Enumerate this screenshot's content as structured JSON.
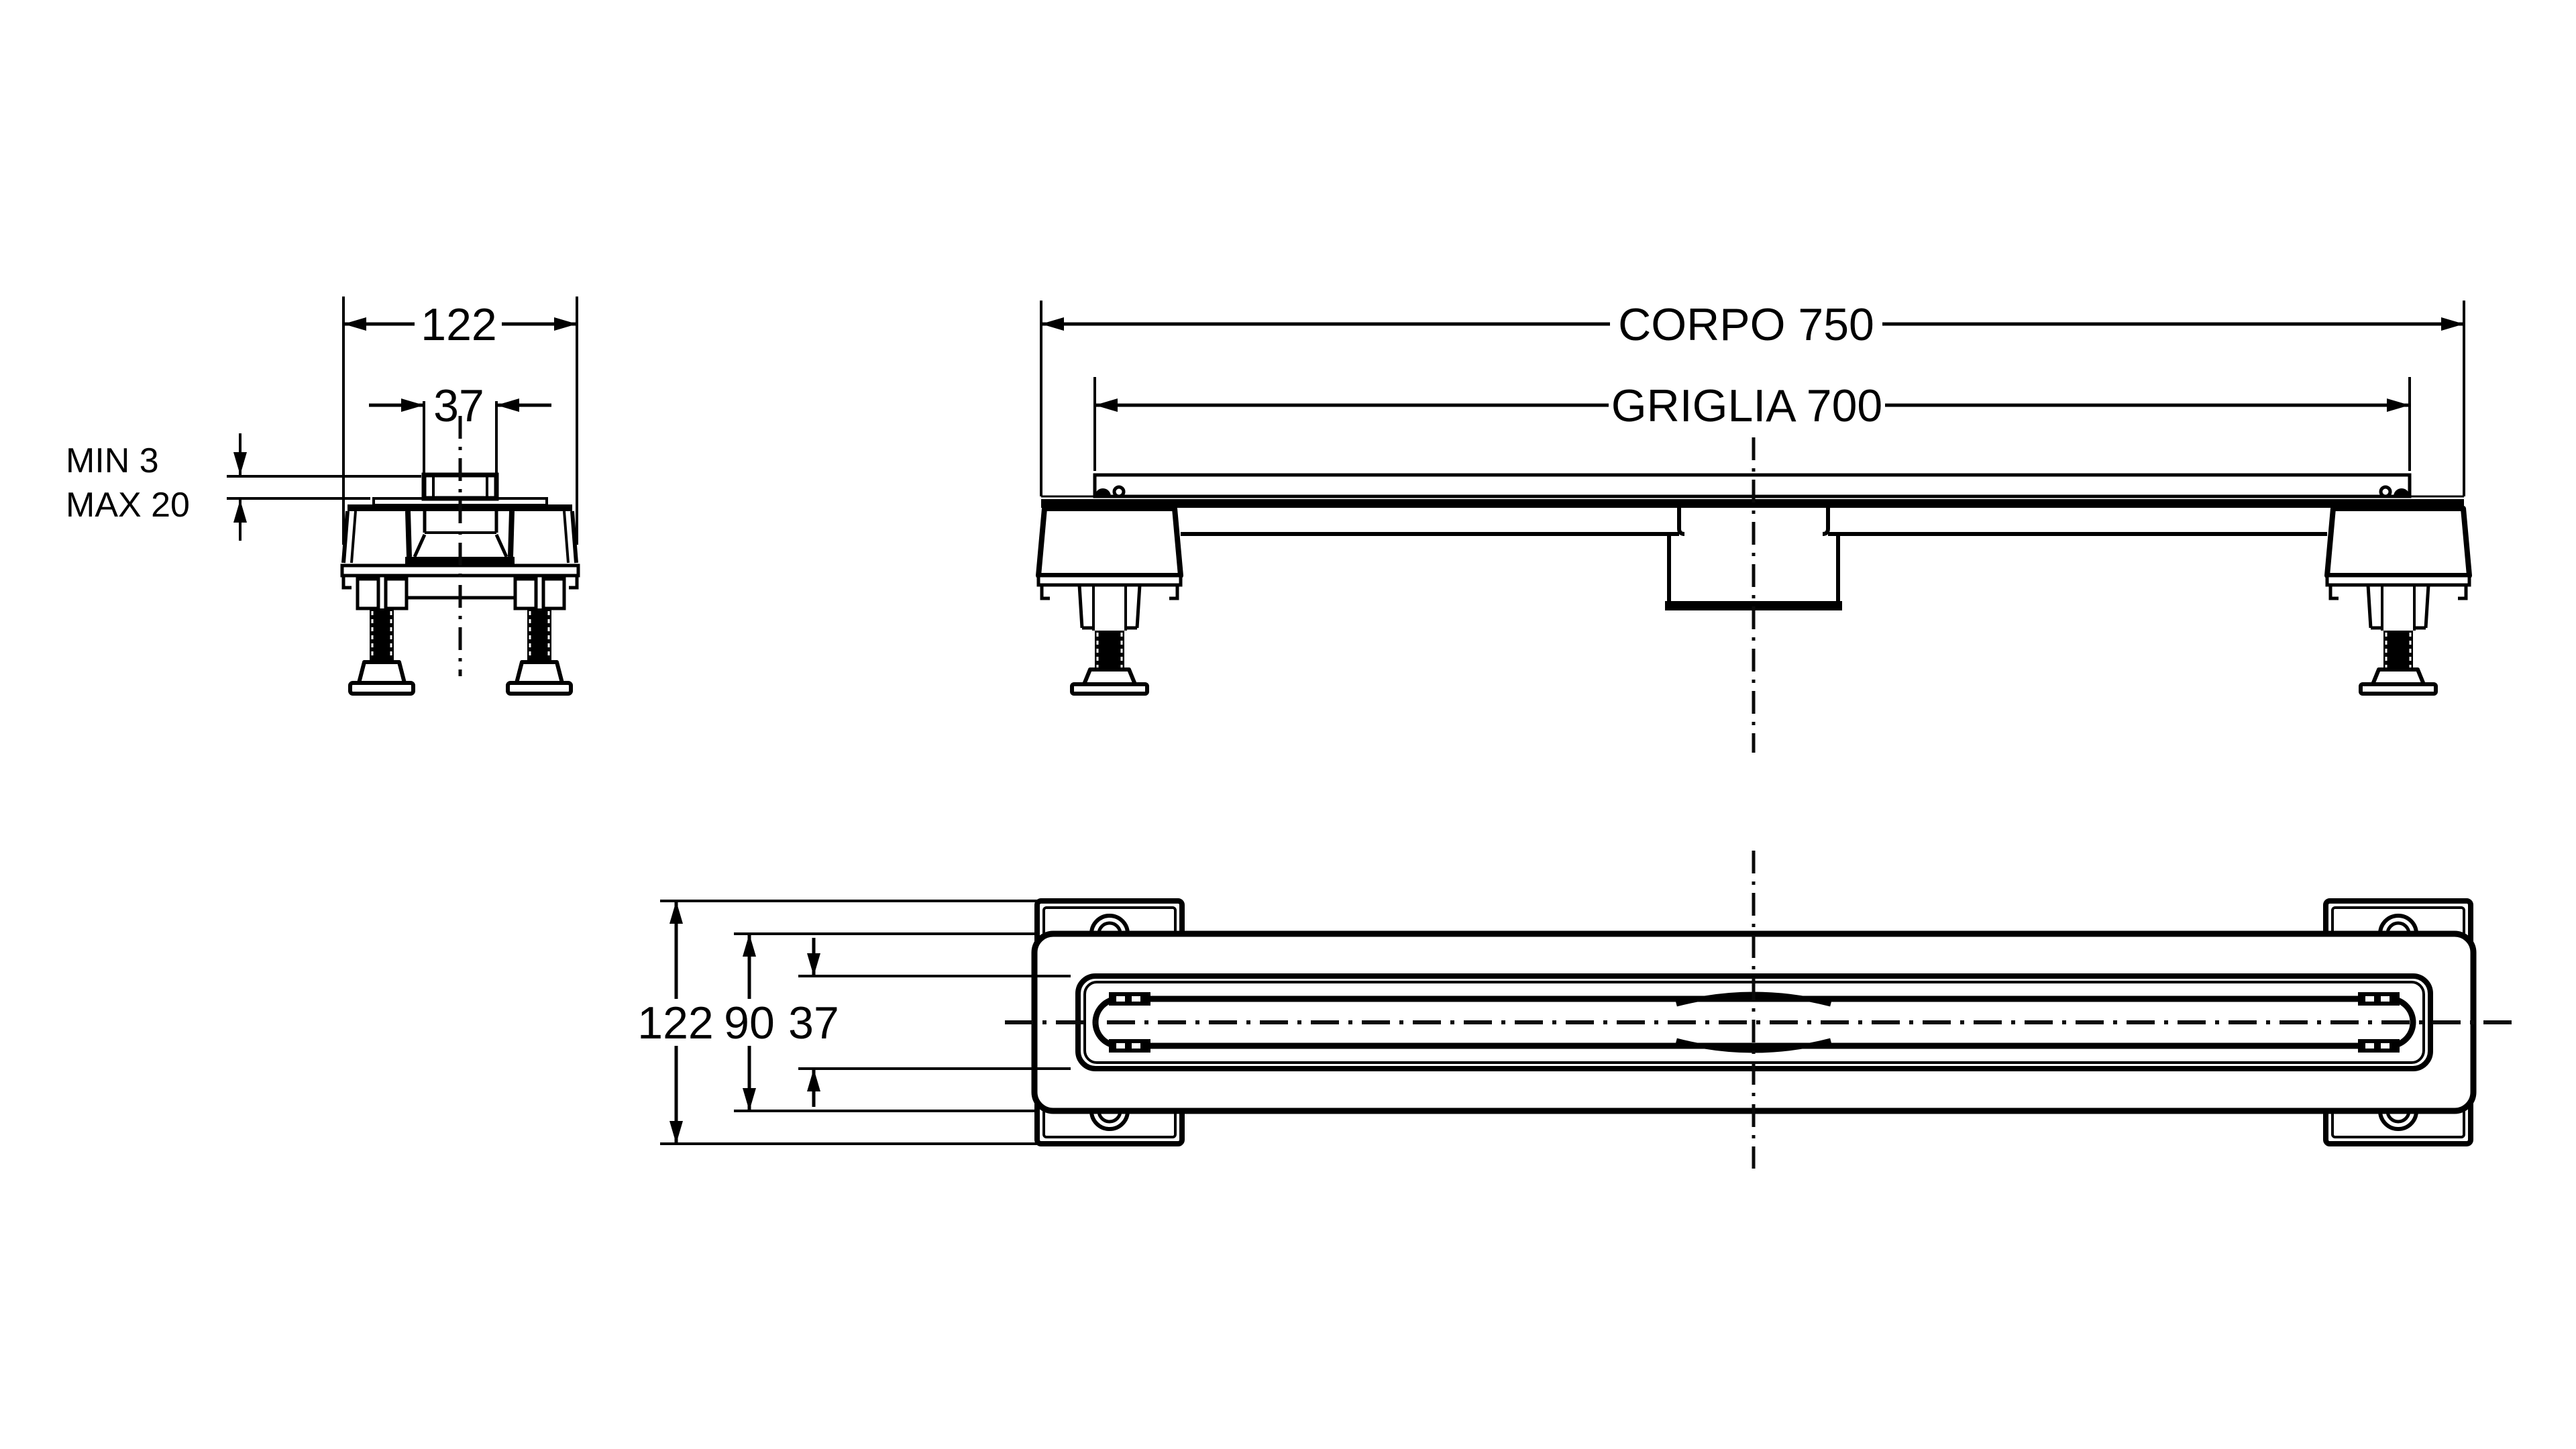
{
  "drawing": {
    "background_color": "#ffffff",
    "line_color": "#000000",
    "views": {
      "cross_section": {
        "dim_overall_width": "122",
        "dim_grille_width": "37",
        "label_tile_min": "MIN 3",
        "label_tile_max": "MAX 20"
      },
      "side_elevation": {
        "dim_body_length": "CORPO 750",
        "dim_grille_length": "GRIGLIA 700"
      },
      "plan": {
        "dim_overall_width": "122",
        "dim_body_width": "90",
        "dim_grille_width": "37"
      }
    }
  }
}
